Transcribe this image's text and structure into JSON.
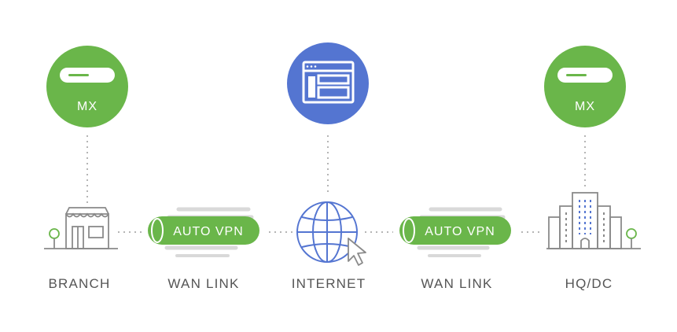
{
  "nodes": {
    "branch": {
      "label": "BRANCH",
      "device": "MX"
    },
    "wan1": {
      "label": "WAN LINK",
      "tunnel": "AUTO VPN"
    },
    "internet": {
      "label": "INTERNET"
    },
    "wan2": {
      "label": "WAN LINK",
      "tunnel": "AUTO VPN"
    },
    "hq": {
      "label": "HQ/DC",
      "device": "MX"
    }
  },
  "colors": {
    "green": "#6ab64a",
    "blue": "#5475d1",
    "gray": "#8a8a8a",
    "light_gray": "#d9d9d9",
    "text": "#555555"
  },
  "icons": [
    "mx-appliance-icon",
    "dashboard-icon",
    "storefront-icon",
    "tunnel-icon",
    "globe-icon",
    "cursor-icon",
    "building-icon",
    "tree-icon"
  ]
}
